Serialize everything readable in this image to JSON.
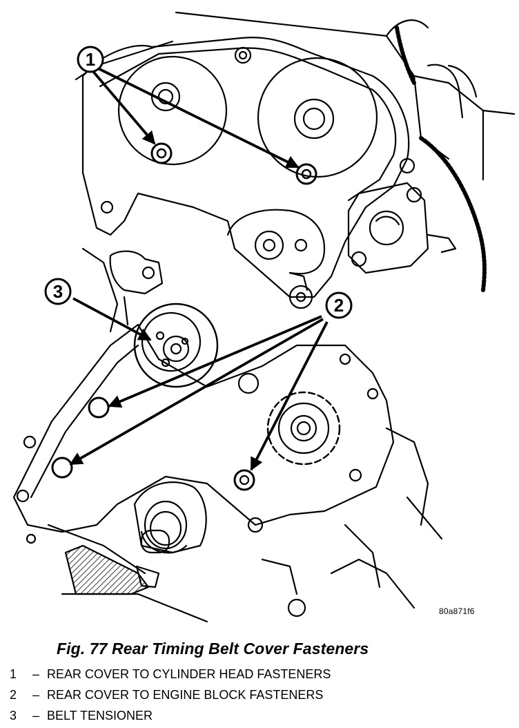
{
  "figure": {
    "callouts": [
      "1",
      "2",
      "3"
    ],
    "drawing_code": "80a871f6"
  },
  "caption": "Fig. 77 Rear Timing Belt Cover Fasteners",
  "legend": [
    {
      "num": "1",
      "dash": "–",
      "text": "REAR COVER TO CYLINDER HEAD FASTENERS"
    },
    {
      "num": "2",
      "dash": "–",
      "text": "REAR COVER TO ENGINE BLOCK FASTENERS"
    },
    {
      "num": "3",
      "dash": "–",
      "text": "BELT TENSIONER"
    }
  ]
}
